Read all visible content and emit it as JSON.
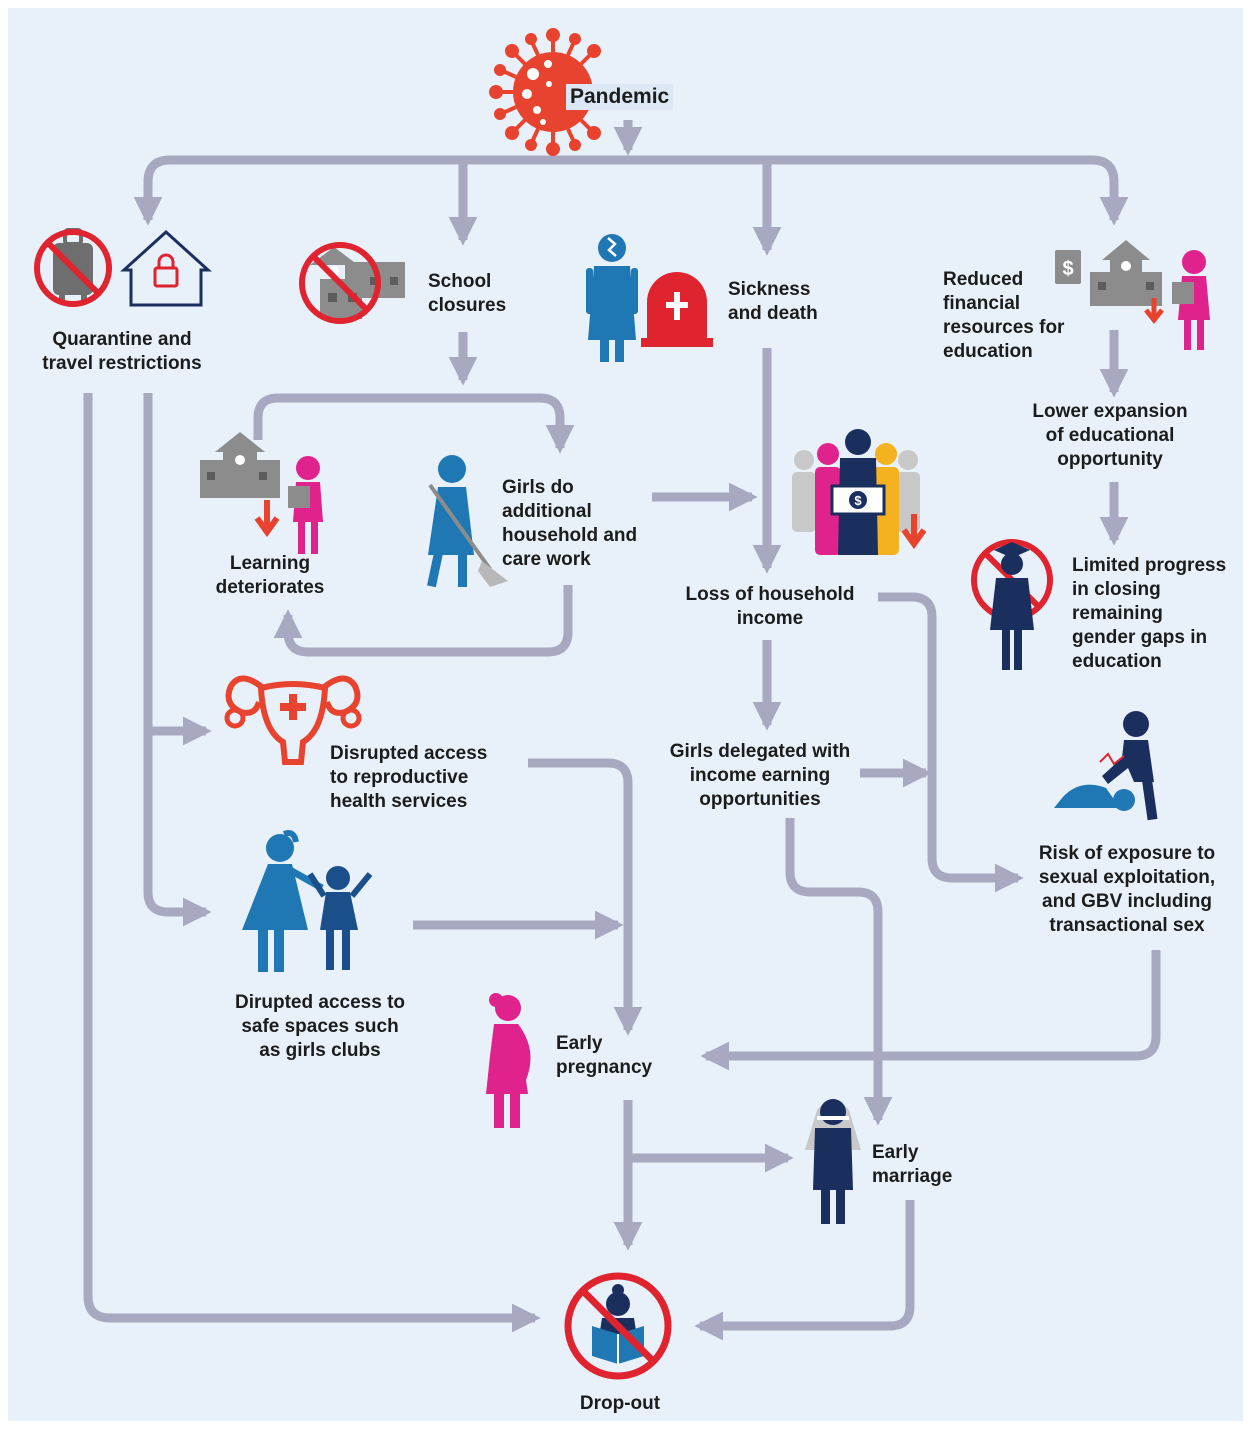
{
  "nodes": {
    "pandemic": "Pandemic",
    "quarantine": [
      "Quarantine and",
      "travel restrictions"
    ],
    "school_closures": [
      "School",
      "closures"
    ],
    "sickness": [
      "Sickness",
      "and death"
    ],
    "reduced_financial": [
      "Reduced",
      "financial",
      "resources for",
      "education"
    ],
    "learning": [
      "Learning",
      "deteriorates"
    ],
    "household_work": [
      "Girls do",
      "additional",
      "household and",
      "care work"
    ],
    "lower_expansion": [
      "Lower expansion",
      "of educational",
      "opportunity"
    ],
    "limited_progress": [
      "Limited progress",
      "in closing",
      "remaining",
      "gender gaps in",
      "education"
    ],
    "loss_income": [
      "Loss of household",
      "income"
    ],
    "reproductive": [
      "Disrupted access",
      "to reproductive",
      "health services"
    ],
    "income_earning": [
      "Girls delegated with",
      "income earning",
      "opportunities"
    ],
    "sexual_exploitation": [
      "Risk of exposure to",
      "sexual exploitation,",
      "and GBV including",
      "transactional sex"
    ],
    "safe_spaces": [
      "Dirupted access to",
      "safe spaces such",
      "as girls clubs"
    ],
    "early_pregnancy": [
      "Early",
      "pregnancy"
    ],
    "early_marriage": [
      "Early",
      "marriage"
    ],
    "dropout": "Drop-out"
  },
  "colors": {
    "background": "#e8f1fa",
    "arrow": "#a8a9c0",
    "red": "#e0242f",
    "orange_red": "#e8432e",
    "blue": "#1f78b4",
    "navy": "#1b2f5e",
    "magenta": "#e0228c",
    "gray": "#8c8c8c",
    "yellow": "#f4b120"
  },
  "icons": [
    "virus-icon",
    "no-luggage-icon",
    "house-lock-icon",
    "no-school-icon",
    "sick-person-icon",
    "tombstone-icon",
    "money-school-girl-icon",
    "school-girl-learning-icon",
    "girl-sweeping-icon",
    "family-income-icon",
    "no-graduation-icon",
    "uterus-health-icon",
    "mother-child-icon",
    "pregnant-girl-icon",
    "veiled-bride-icon",
    "violence-icon",
    "no-reading-icon"
  ]
}
